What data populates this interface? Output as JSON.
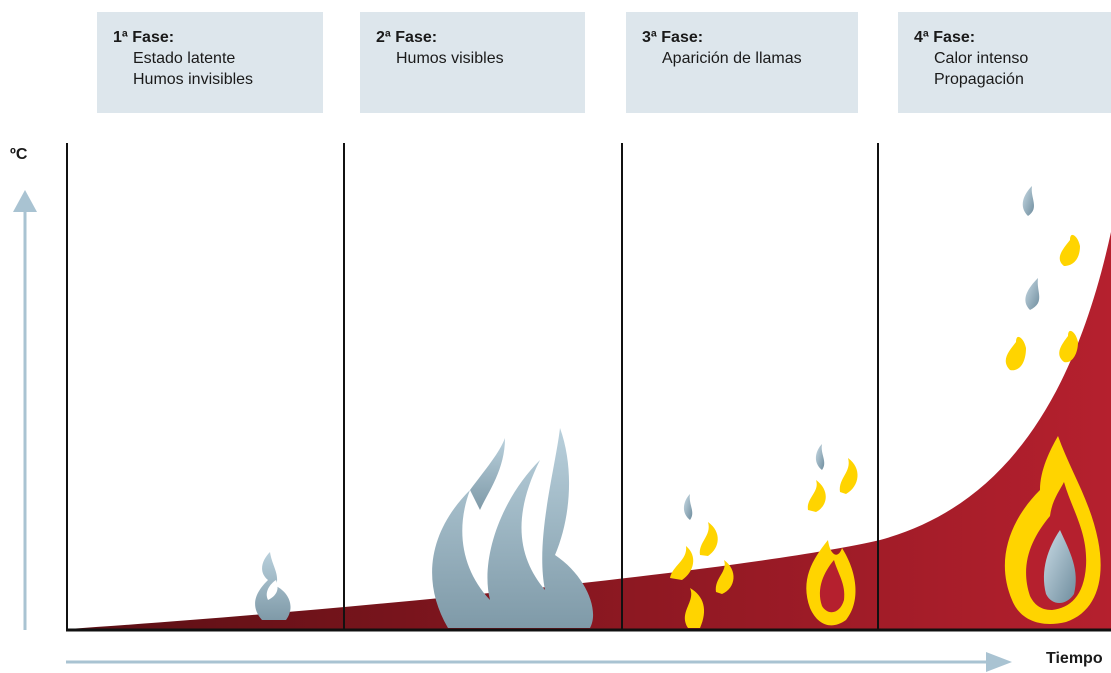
{
  "phases": [
    {
      "title": "1ª Fase:",
      "lines": [
        "Estado latente",
        "Humos invisibles"
      ]
    },
    {
      "title": "2ª Fase:",
      "lines": [
        "Humos visibles"
      ]
    },
    {
      "title": "3ª Fase:",
      "lines": [
        "Aparición de llamas"
      ]
    },
    {
      "title": "4ª Fase:",
      "lines": [
        "Calor intenso",
        "Propagación"
      ]
    }
  ],
  "axes": {
    "y_label": "ºC",
    "x_label": "Tiempo"
  },
  "colors": {
    "panel": "#dde6ec",
    "curve_fill": "#b5202e",
    "smoke": "#9ab6c6",
    "flame_yellow": "#ffd400",
    "axis_arrow": "#a9c3d2"
  }
}
